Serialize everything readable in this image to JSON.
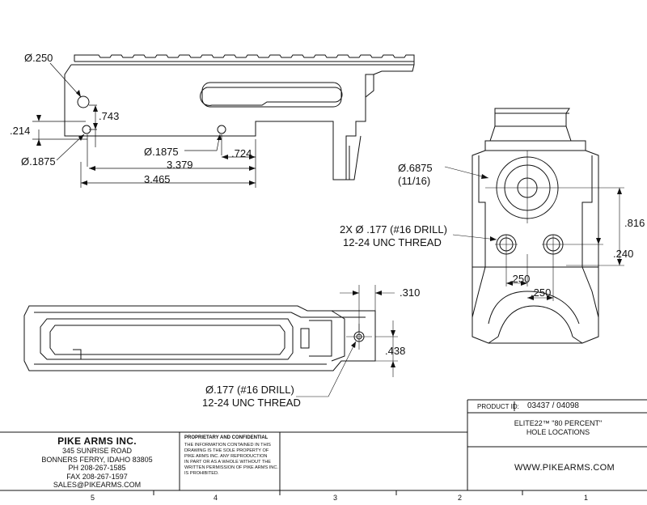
{
  "side_view": {
    "dims": {
      "hole_dia": "Ø.250",
      "hole_height": ".743",
      "small_offset": ".214",
      "small_hole": "Ø.1875",
      "mid_hole": "Ø.1875",
      "tail_gap": ".724",
      "len_mid": "3.379",
      "len_total": "3.465"
    }
  },
  "end_view": {
    "bore_dia": "Ø.6875",
    "bore_fraction": "(11/16)",
    "holes_note": [
      "2X Ø .177 (#16 DRILL)",
      "12-24 UNC THREAD"
    ],
    "height_a": ".816",
    "height_b": ".240",
    "spacing_a": ".250",
    "spacing_b": ".250"
  },
  "bottom_view": {
    "offset_x": ".310",
    "offset_y": ".438",
    "hole_note": [
      "Ø.177 (#16 DRILL)",
      "12-24 UNC THREAD"
    ]
  },
  "title_block": {
    "company": "PIKE ARMS INC.",
    "address": [
      "345 SUNRISE ROAD",
      "BONNERS FERRY, IDAHO 83805",
      "PH 208-267-1585",
      "FAX 208-267-1597",
      "SALES@PIKEARMS.COM"
    ],
    "proprietary_heading": "PROPRIETARY AND CONFIDENTIAL",
    "proprietary_text": [
      "THE INFORMATION CONTAINED IN THIS",
      "DRAWING IS THE SOLE PROPERTY OF",
      "PIKE ARMS INC.  ANY REPRODUCTION",
      "IN PART OR AS A WHOLE WITHOUT THE",
      "WRITTEN PERMISSION OF PIKE ARMS INC.",
      "IS PROHIBITED."
    ],
    "product_id_label": "PRODUCT ID:",
    "product_id": "03437 / 04098",
    "title": [
      "ELITE22™ \"80 PERCENT\"",
      "HOLE  LOCATIONS"
    ],
    "website": "WWW.PIKEARMS.COM"
  },
  "zones": [
    "5",
    "4",
    "3",
    "2",
    "1"
  ]
}
